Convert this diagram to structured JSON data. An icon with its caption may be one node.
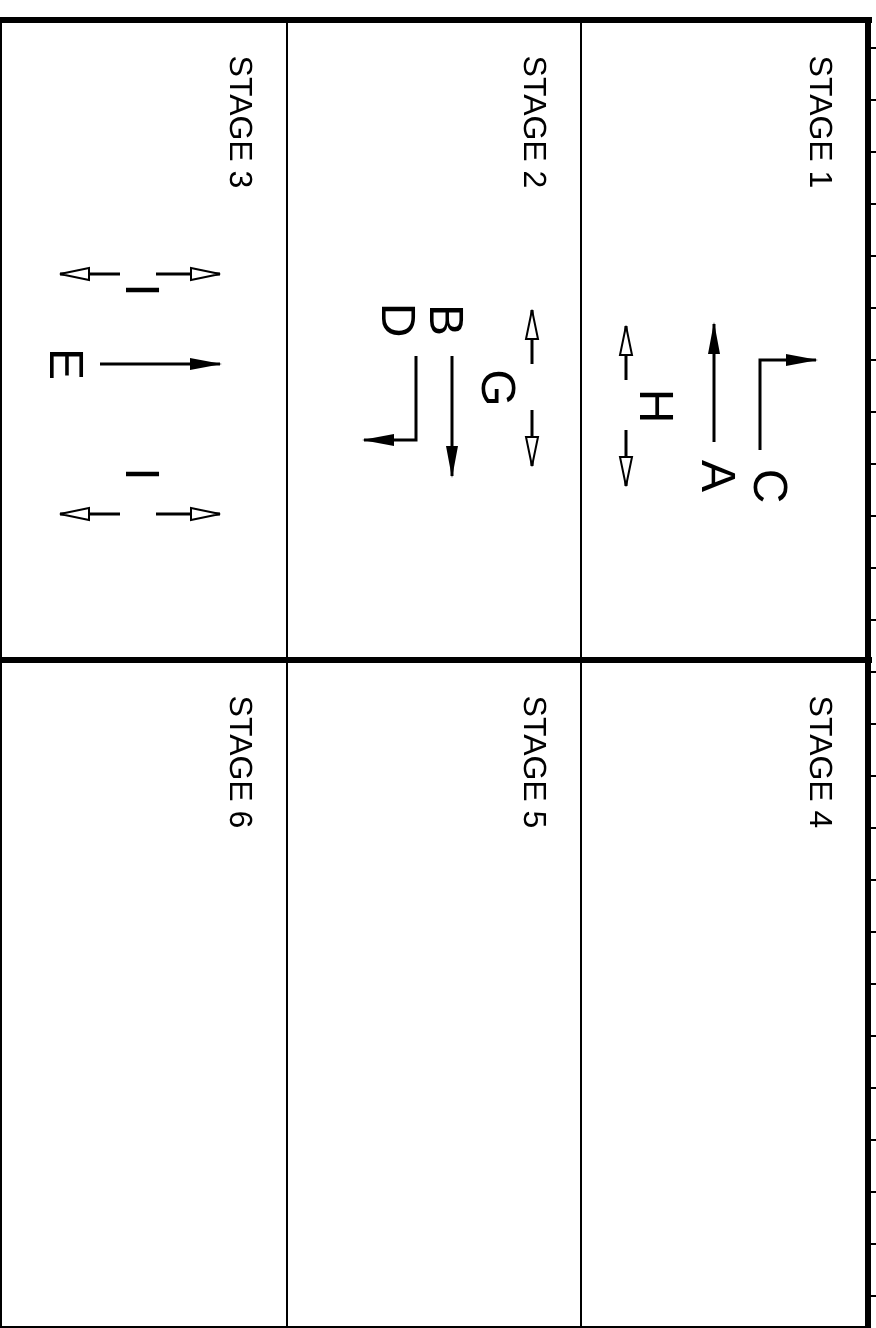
{
  "diagram": {
    "nodes": [
      {
        "text": [
          "STAGE 1"
        ]
      },
      {
        "text": [
          "STAGE 2"
        ]
      },
      {
        "text": [
          "STAGE 3"
        ]
      },
      {
        "text": [
          "STAGE 4"
        ]
      },
      {
        "text": [
          "STAGE 5"
        ]
      },
      {
        "text": [
          "STAGE 6"
        ]
      }
    ],
    "labels": [
      "C",
      "A",
      "H",
      "G",
      "B",
      "D",
      "I",
      "E",
      "I"
    ]
  }
}
